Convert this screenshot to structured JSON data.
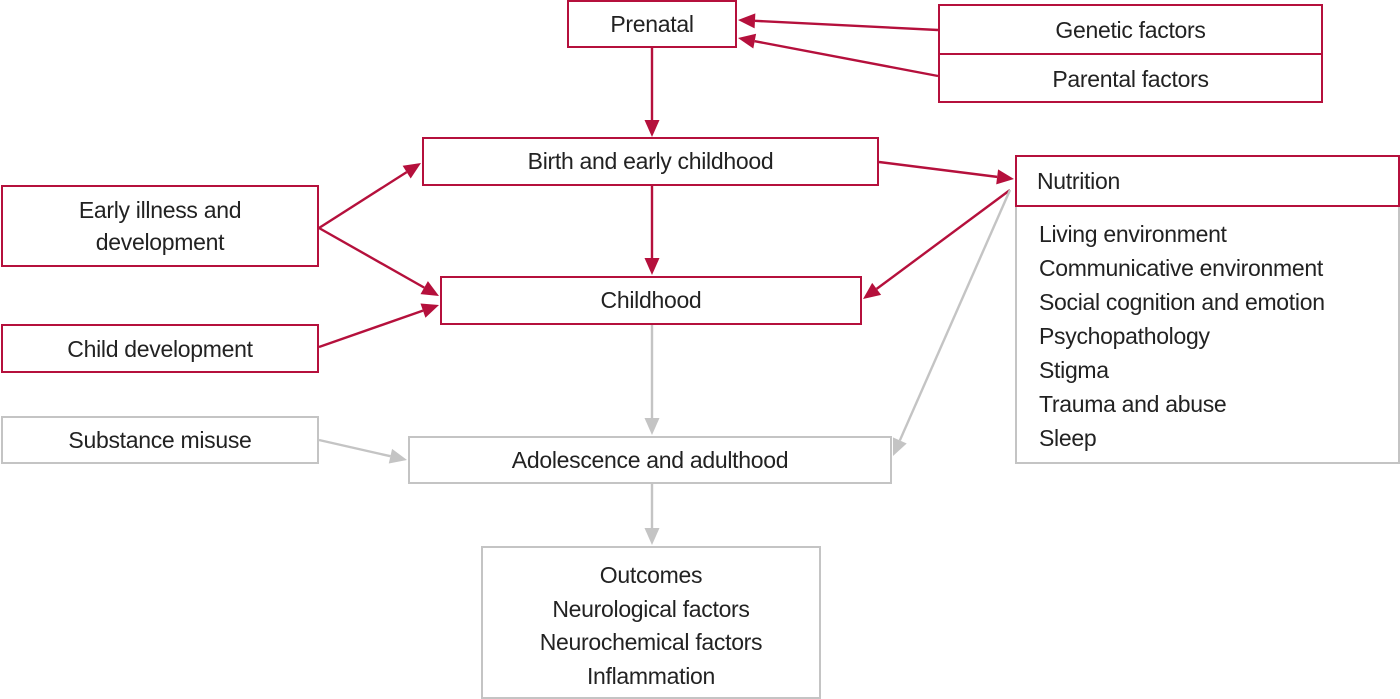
{
  "colors": {
    "accent": "#b5103c",
    "muted": "#c4c4c4",
    "text": "#222222"
  },
  "nodes": {
    "prenatal": "Prenatal",
    "genetic": "Genetic factors",
    "parental": "Parental factors",
    "birth": "Birth and early childhood",
    "early_illness": [
      "Early illness and",
      "development"
    ],
    "childhood": "Childhood",
    "child_development": "Child development",
    "substance": "Substance misuse",
    "adolescence": "Adolescence and adulthood",
    "outcomes": [
      "Outcomes",
      "Neurological factors",
      "Neurochemical factors",
      "Inflammation"
    ],
    "nutrition": "Nutrition",
    "environment_list": [
      "Living environment",
      "Communicative environment",
      "Social cognition and emotion",
      "Psychopathology",
      "Stigma",
      "Trauma and abuse",
      "Sleep"
    ]
  },
  "edges": [
    {
      "from": "genetic",
      "to": "prenatal",
      "color": "accent"
    },
    {
      "from": "parental",
      "to": "prenatal",
      "color": "accent"
    },
    {
      "from": "prenatal",
      "to": "birth",
      "color": "accent"
    },
    {
      "from": "early_illness",
      "to": "birth",
      "color": "accent"
    },
    {
      "from": "early_illness",
      "to": "childhood",
      "color": "accent"
    },
    {
      "from": "birth",
      "to": "childhood",
      "color": "accent"
    },
    {
      "from": "birth",
      "to": "nutrition",
      "color": "accent"
    },
    {
      "from": "nutrition",
      "to": "childhood",
      "color": "accent"
    },
    {
      "from": "child_development",
      "to": "childhood",
      "color": "accent"
    },
    {
      "from": "childhood",
      "to": "adolescence",
      "color": "muted"
    },
    {
      "from": "substance",
      "to": "adolescence",
      "color": "muted"
    },
    {
      "from": "nutrition",
      "to": "adolescence",
      "color": "muted"
    },
    {
      "from": "adolescence",
      "to": "outcomes",
      "color": "muted"
    }
  ]
}
